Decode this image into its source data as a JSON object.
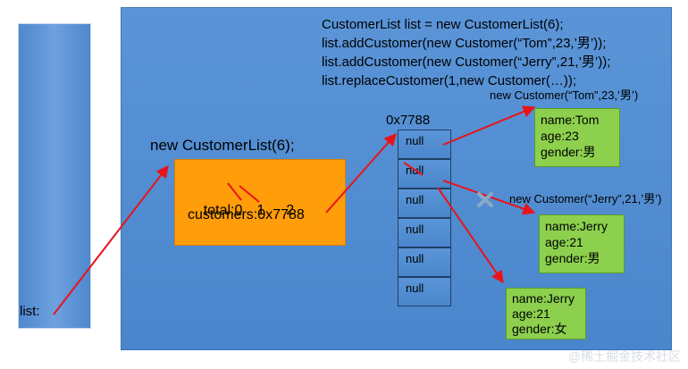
{
  "stack": {
    "label": "list:"
  },
  "code": {
    "line1": "CustomerList list = new CustomerList(6);",
    "line2": "list.addCustomer(new Customer(“Tom”,23,’男’));",
    "line3": "list.addCustomer(new Customer(“Jerry”,21,’男’));",
    "line4": "list.replaceCustomer(1,new Customer(…));"
  },
  "customer_list": {
    "title": "new CustomerList(6);",
    "total_label": "total:",
    "total_values": [
      "0",
      "1",
      "2"
    ],
    "customers_line": "customers:0x7788"
  },
  "array": {
    "address": "0x7788",
    "cells": [
      "null",
      "null",
      "null",
      "null",
      "null",
      "null"
    ]
  },
  "customers": {
    "tom_caption": "new Customer(“Tom”,23,’男’)",
    "tom": {
      "name": "name:Tom",
      "age": "age:23",
      "gender": "gender:男"
    },
    "jerry_caption": "new Customer(“Jerry”,21,’男’)",
    "jerry_old": {
      "name": "name:Jerry",
      "age": "age:21",
      "gender": "gender:男"
    },
    "jerry_new": {
      "name": "name:Jerry",
      "age": "age:21",
      "gender": "gender:女"
    }
  },
  "watermark": "@稀土掘金技术社区"
}
